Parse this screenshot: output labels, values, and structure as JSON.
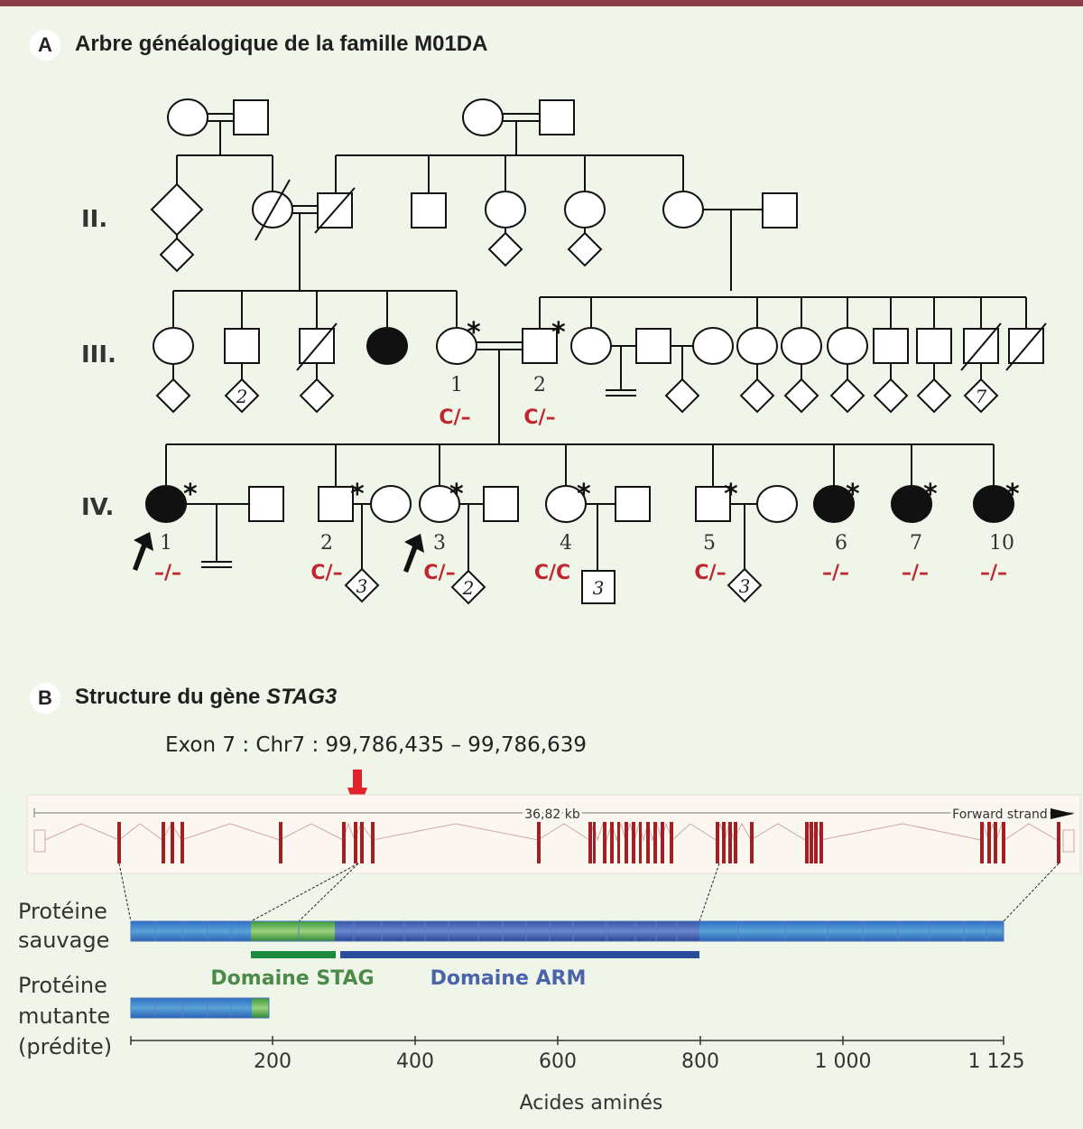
{
  "panel_a": {
    "letter": "A",
    "title": "Arbre généalogique de la famille M01DA",
    "generations": [
      "II.",
      "III.",
      "IV."
    ],
    "gen3_labels": {
      "ind1": "1",
      "ind2": "2",
      "geno1": "C/–",
      "geno2": "C/–"
    },
    "gen4": [
      {
        "id": "1",
        "geno": "–/–"
      },
      {
        "id": "2",
        "geno": "C/–"
      },
      {
        "id": "3",
        "geno": "C/–"
      },
      {
        "id": "4",
        "geno": "C/C"
      },
      {
        "id": "5",
        "geno": "C/–"
      },
      {
        "id": "6",
        "geno": "–/–"
      },
      {
        "id": "7",
        "geno": "–/–"
      },
      {
        "id": "10",
        "geno": "–/–"
      }
    ],
    "counts": {
      "iii_diamond_b": "2",
      "iii_diamond_last": "7",
      "iv2_child": "3",
      "iv3_child": "2",
      "iv4_child": "3",
      "iv5_child": "3"
    },
    "star": "*",
    "genotype_color": "#c0262d"
  },
  "panel_b": {
    "letter": "B",
    "title_prefix": "Structure du gène ",
    "title_gene": "STAG3",
    "exon_label": "Exon 7 : Chr7 : 99,786,435 – 99,786,639",
    "gene_length": "36,82 kb",
    "strand": "Forward strand",
    "wild_label": [
      "Protéine",
      "sauvage"
    ],
    "mutant_label": [
      "Protéine",
      "mutante",
      "(prédite)"
    ],
    "domain_stag": "Domaine STAG",
    "domain_arm": "Domaine ARM",
    "axis": {
      "ticks": [
        "200",
        "400",
        "600",
        "800",
        "1 000",
        "1 125"
      ],
      "label": "Acides aminés"
    },
    "colors": {
      "exon": "#a31f24",
      "stag": "#1b8a3c",
      "arm": "#2b4c9b",
      "arrow": "#e3222a"
    }
  }
}
